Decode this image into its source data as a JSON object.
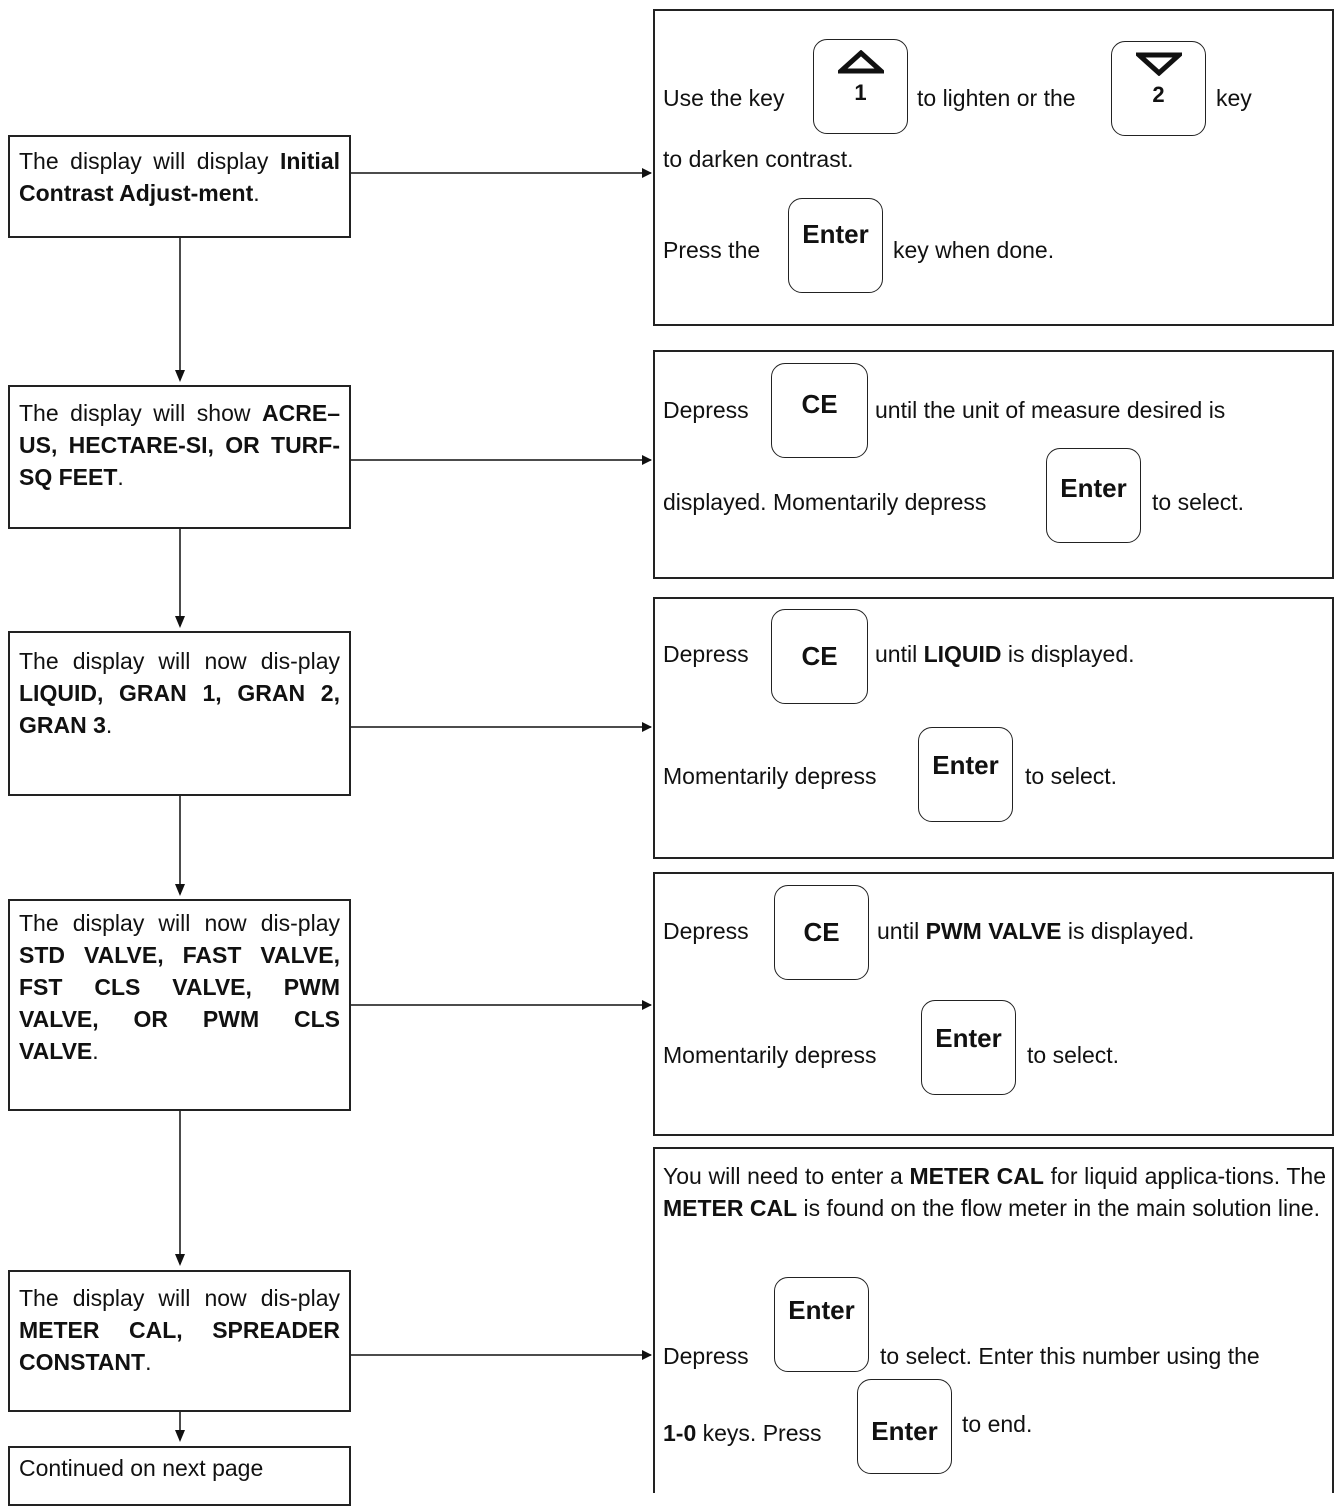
{
  "steps": [
    {
      "pre": "The display will display ",
      "bold": "Initial Contrast Adjust-ment",
      "post": "."
    },
    {
      "pre": "The display will show ",
      "bold": "ACRE– US, HECTARE-SI, OR TURF-SQ FEET",
      "post": "."
    },
    {
      "pre": "The display will now dis-play ",
      "bold": "LIQUID, GRAN 1, GRAN 2, GRAN 3",
      "post": "."
    },
    {
      "pre": "The display will now dis-play ",
      "bold": "STD VALVE, FAST VALVE, FST CLS VALVE, PWM VALVE, OR PWM CLS VALVE",
      "post": "."
    },
    {
      "pre": "The display will now dis-play ",
      "bold": "METER CAL, SPREADER CONSTANT",
      "post": "."
    }
  ],
  "continued": "Continued on next page",
  "panel1": {
    "t1": "Use the key",
    "t2": "to lighten or the",
    "t3": "key",
    "t4": "to darken contrast.",
    "t5": "Press  the",
    "t6": "key when done.",
    "key_up_num": "1",
    "key_down_num": "2",
    "key_enter": "Enter"
  },
  "panel2": {
    "t1": "Depress",
    "t2": "until the unit of measure desired is",
    "t3": "displayed. Momentarily depress",
    "t4": "to select.",
    "key_ce": "CE",
    "key_enter": "Enter"
  },
  "panel3": {
    "t1": "Depress",
    "t2a": "until ",
    "t2b": "LIQUID",
    "t2c": " is displayed.",
    "t3": "Momentarily depress",
    "t4": "to select.",
    "key_ce": "CE",
    "key_enter": "Enter"
  },
  "panel4": {
    "t1": "Depress",
    "t2a": "until ",
    "t2b": "PWM VALVE",
    "t2c": " is displayed.",
    "t3": "Momentarily depress",
    "t4": "to select.",
    "key_ce": "CE",
    "key_enter": "Enter"
  },
  "panel5": {
    "p_a": "You will need to enter a ",
    "p_b": "METER CAL",
    "p_c": " for liquid applica-tions. The ",
    "p_d": "METER CAL",
    "p_e": " is found on the flow meter in the main solution line.",
    "t1": "Depress",
    "t2": "to select. Enter this number using the",
    "t3a": "1-0",
    "t3b": "  keys. Press",
    "t4": "to end.",
    "key_enter": "Enter"
  }
}
